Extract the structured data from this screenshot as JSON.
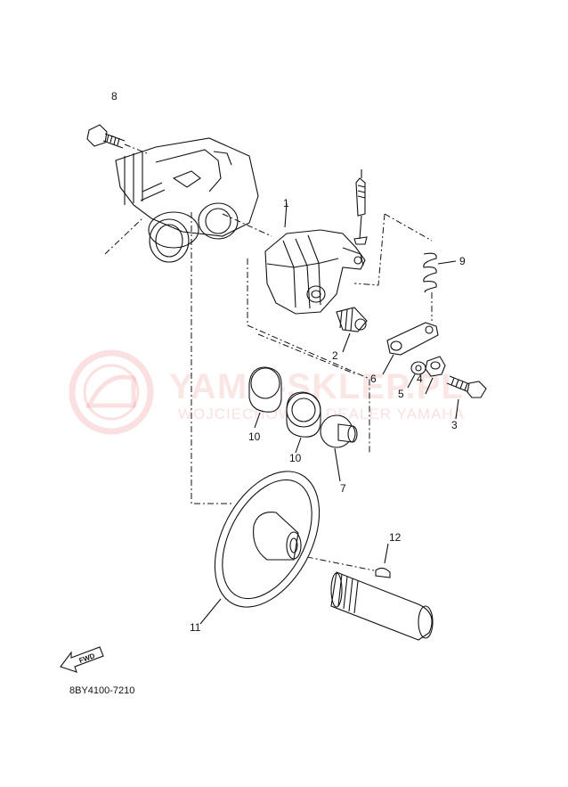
{
  "parts": [
    {
      "ref": "1"
    },
    {
      "ref": "2"
    },
    {
      "ref": "3"
    },
    {
      "ref": "4"
    },
    {
      "ref": "5"
    },
    {
      "ref": "6"
    },
    {
      "ref": "7"
    },
    {
      "ref": "8"
    },
    {
      "ref": "9"
    },
    {
      "ref": "10"
    },
    {
      "ref": "10"
    },
    {
      "ref": "11"
    },
    {
      "ref": "12"
    }
  ],
  "diagram_code": "8BY4100-7210",
  "fwd_label": "FWD",
  "watermark": {
    "main": "YAMA-SKLEP.PL",
    "sub": "WOJCIECHOWSKI DEALER YAMAHA",
    "color": "#e04040"
  }
}
